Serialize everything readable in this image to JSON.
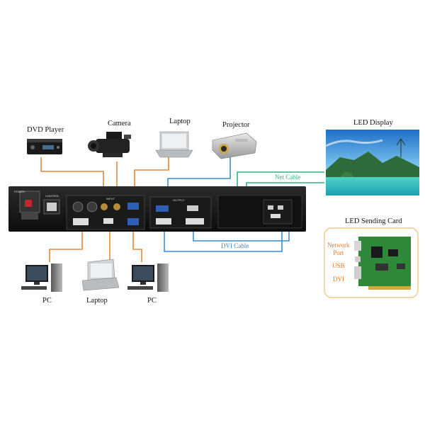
{
  "devices": {
    "dvd_player": "DVD Player",
    "camera": "Camera",
    "laptop_top": "Laptop",
    "projector": "Projector",
    "led_display": "LED Display",
    "led_sending_card": "LED Sending Card",
    "pc_left": "PC",
    "laptop_bottom": "Laptop",
    "pc_right": "PC"
  },
  "cables": {
    "net_cable": "Net Cable",
    "dvi_cable": "DVI Cable"
  },
  "sending_card_ports": {
    "network_port": "Network\nPort",
    "usb": "USB",
    "dvi": "DVI"
  },
  "colors": {
    "analog_cable": "#e08a3a",
    "video_out_cable": "#3a8ad6",
    "net_cable": "#2fb37a",
    "device_body": "#1c1c1c",
    "card_border": "#f0c98a",
    "port_label": "#e07a2a"
  }
}
